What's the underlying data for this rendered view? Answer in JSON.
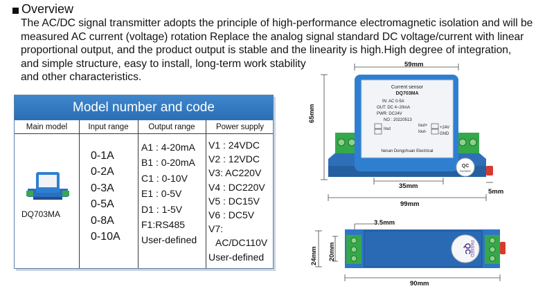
{
  "overview": {
    "title": "Overview",
    "lines": [
      "The AC/DC signal transmitter adopts the principle of high-performance electromagnetic isolation and will be",
      "measured AC current (voltage) rotation Replace the analog signal standard DC voltage/current with linear",
      "proportional output, and the product output is stable and the linearity is high.High degree of integration,",
      "and simple structure, easy to install, long-term work stability",
      "and other characteristics."
    ]
  },
  "table": {
    "title": "Model number and code",
    "headers": [
      "Main model",
      "Input range",
      "Output range",
      "Power supply"
    ],
    "main_model": "DQ703MA",
    "input_range": [
      "0-1A",
      "0-2A",
      "0-3A",
      "0-5A",
      "0-8A",
      "0-10A"
    ],
    "output_range": [
      "A1 : 4-20mA",
      "B1 : 0-20mA",
      "C1 : 0-10V",
      "E1 : 0-5V",
      "D1 : 1-5V",
      "F1:RS485",
      "User-defined"
    ],
    "power_supply": [
      "V1 : 24VDC",
      "V2 : 12VDC",
      "V3:   AC220V",
      "V4 : DC220V",
      "V5 : DC15V",
      "V6 : DC5V",
      "V7:",
      "AC/DC110V",
      "User-defined"
    ]
  },
  "device_label": {
    "title": "Current sensor",
    "model": "DQ703MA",
    "in": "IN: AC 0-5A",
    "out": "OUT: DC 4~20mA",
    "pwr": "PWR: DC24V",
    "no": "NO : 20220513",
    "inut": "Inut",
    "iout_plus": "Iout+",
    "iout_minus": "Iout-",
    "plus24": "+24V",
    "gnd": "GND",
    "maker": "henan Dongchuan Electrical",
    "qc_top": "QC",
    "qc_bottom": "PASSED"
  },
  "dimensions": {
    "top_width": "59mm",
    "height": "65mm",
    "rail": "35mm",
    "foot": "5mm",
    "overall": "99mm",
    "hole": "3.5mm",
    "depth_outer": "24mm",
    "depth_inner": "20mm",
    "length": "90mm"
  },
  "bottom_stamp": {
    "line1": "QC",
    "line2": "PASSED"
  }
}
